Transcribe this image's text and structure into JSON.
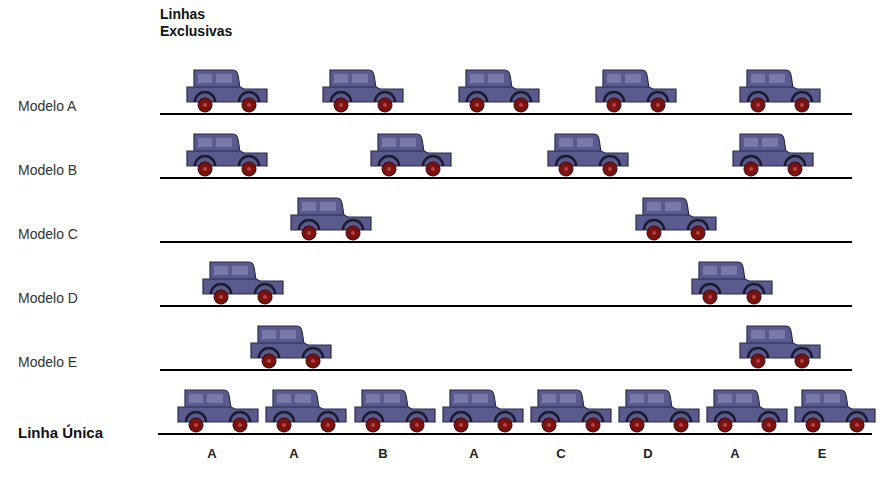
{
  "diagram": {
    "title": "Linhas Exclusivas",
    "labels": [
      "Modelo A",
      "Modelo B",
      "Modelo C",
      "Modelo D",
      "Modelo E",
      "Linha Única",
      "A",
      "A",
      "B",
      "A",
      "C",
      "D",
      "A",
      "E"
    ]
  }
}
